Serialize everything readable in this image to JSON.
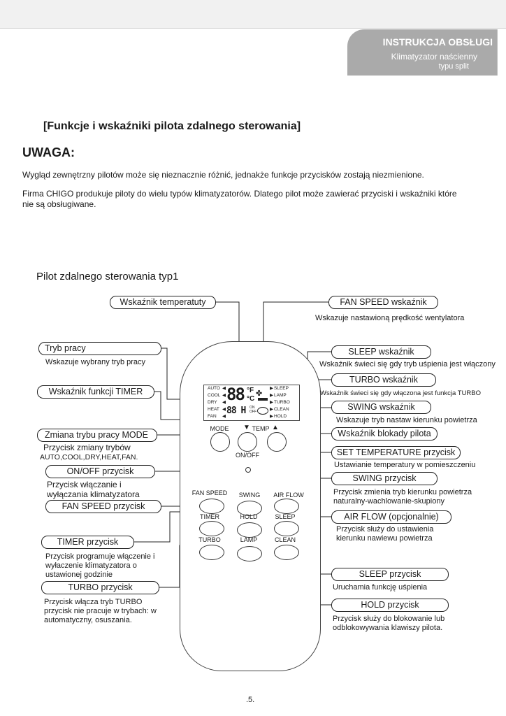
{
  "header": {
    "title": "INSTRUKCJA OBSŁUGI",
    "subtitle1": "Klimatyzator naścienny",
    "subtitle2": "typu split"
  },
  "heading": "[Funkcje i wskaźniki pilota zdalnego sterowania]",
  "note_title": "UWAGA:",
  "note_p1": "Wygląd zewnętrzny pilotów może się nieznacznie różnić, jednakże funkcje przycisków zostają niezmienione.",
  "note_p2": "Firma CHIGO produkuje piloty do wielu typów klimatyzatorów. Dlatego pilot może zawierać przyciski i wskaźniki które nie są obsługiwane.",
  "section_title": "Pilot zdalnego sterowania typ1",
  "labels": {
    "temp_ind": "Wskaźnik temperatuty",
    "fan_speed_ind": "FAN SPEED  wskaźnik",
    "fan_speed_ind_desc": "Wskazuje nastawioną prędkość wentylatora",
    "mode_ind": "Tryb pracy",
    "mode_ind_desc": "Wskazuje wybrany tryb pracy",
    "sleep_ind": "SLEEP  wskaźnik",
    "sleep_ind_desc": "Wskaźnik świeci się gdy tryb uśpienia jest włączony",
    "timer_ind": "Wskaźnik funkcji TIMER",
    "turbo_ind": "TURBO wskaźnik",
    "turbo_ind_desc": "Wskaźnik świeci się gdy włączona jest funkcja TURBO",
    "swing_ind": "SWING wskaźnik",
    "swing_ind_desc": "Wskazuje tryb nastaw kierunku powietrza",
    "mode_btn": "Zmiana trybu pracy MODE",
    "mode_btn_desc1": "Przycisk zmiany trybów",
    "mode_btn_desc2": "AUTO,COOL,DRY,HEAT,FAN.",
    "lock_ind": "Wskaźnik blokady pilota",
    "set_temp": "SET TEMPERATURE przycisk",
    "set_temp_desc": "Ustawianie temperatury w pomieszczeniu",
    "onoff_btn": "ON/OFF przycisk",
    "onoff_desc1": "Przycisk włączanie i",
    "onoff_desc2": "wyłączania klimatyzatora",
    "swing_btn": "SWING przycisk",
    "swing_btn_desc1": "Przycisk zmienia tryb kierunku powietrza",
    "swing_btn_desc2": "naturalny-wachlowanie-skupiony",
    "fan_btn": "FAN SPEED  przycisk",
    "airflow_btn": "AIR FLOW  (opcjonalnie)",
    "airflow_desc1": "Przycisk służy do ustawienia",
    "airflow_desc2": "kierunku nawiewu powietrza",
    "timer_btn": "TIMER  przycisk",
    "timer_btn_desc": "Przycisk programuje włączenie i wyłaczenie klimatyzatora o ustawionej godzinie",
    "sleep_btn": "SLEEP przycisk",
    "sleep_btn_desc": "Uruchamia funkcję uśpienia",
    "turbo_btn": "TURBO  przycisk",
    "turbo_btn_desc": "Przycisk włącza tryb TURBO przycisk nie pracuje w trybach: w automatyczny, osuszania.",
    "hold_btn": "HOLD przycisk",
    "hold_btn_desc": "Przycisk służy do blokowanie lub odblokowywania klawiszy pilota."
  },
  "remote": {
    "lcd_left": [
      "AUTO",
      "COOL",
      "DRY",
      "HEAT",
      "FAN"
    ],
    "lcd_right": [
      "SLEEP",
      "LAMP",
      "TURBO",
      "CLEAN",
      "HOLD"
    ],
    "lcd_digits": "88",
    "lcd_unit_f": "°F",
    "lcd_unit_c": "°C",
    "lcd_timer": "88 H",
    "lcd_on": "ON",
    "lcd_off": "OFF",
    "mode": "MODE",
    "temp": "TEMP",
    "temp_down": "▼",
    "temp_up": "▲",
    "onoff": "ON/OFF",
    "fan_speed": "FAN SPEED",
    "swing": "SWING",
    "air_flow": "AIR FLOW",
    "timer": "TIMER",
    "hold": "HOLD",
    "sleep": "SLEEP",
    "turbo": "TURBO",
    "lamp": "LAMP",
    "clean": "CLEAN"
  },
  "page_number": ".5."
}
